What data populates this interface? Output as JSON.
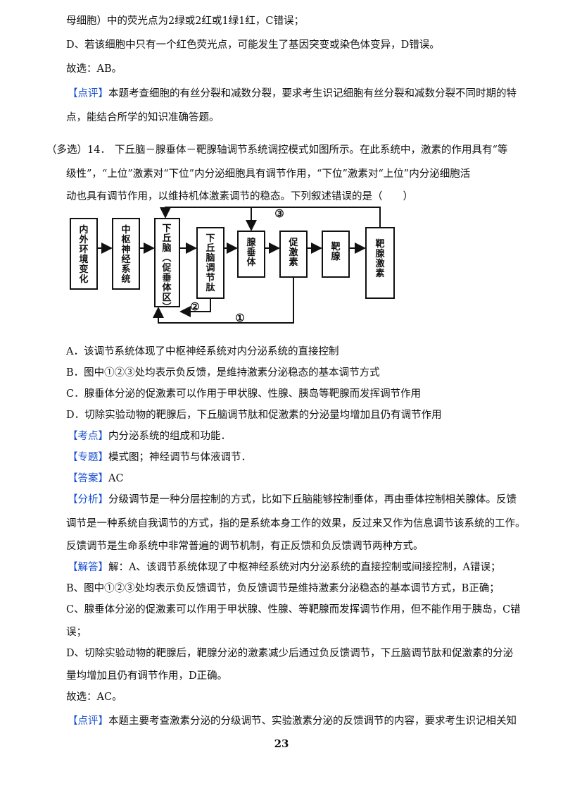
{
  "lines": {
    "l1": "母细胞）中的荧光点为2绿或2红或1绿1红，C错误；",
    "l2": "D、若该细胞中只有一个红色荧光点，可能发生了基因突变或染色体变异，D错误。",
    "l3": "故选：AB。",
    "l4_tag": "点评",
    "l4": "本题考查细胞的有丝分裂和减数分裂，要求考生识记细胞有丝分裂和减数分裂不同时期的特",
    "l5": "点，能结合所学的知识准确答题。",
    "q_prefix": "（多选）14．",
    "q1": "下丘脑－腺垂体－靶腺轴调节系统调控模式如图所示。在此系统中，激素的作用具有“等",
    "q2": "级性”，“上位”激素对“下位”内分泌细胞具有调节作用，“下位”激素对“上位”内分泌细胞活",
    "q3": "动也具有调节作用，以维持机体激素调节的稳态。下列叙述错误的是（　　）",
    "optA": "A．该调节系统体现了中枢神经系统对内分泌系统的直接控制",
    "optB": "B．图中①②③处均表示负反馈，是维持激素分泌稳态的基本调节方式",
    "optC": "C．腺垂体分泌的促激素可以作用于甲状腺、性腺、胰岛等靶腺而发挥调节作用",
    "optD": "D．切除实验动物的靶腺后，下丘脑调节肽和促激素的分泌量均增加且仍有调节作用",
    "kd_tag": "考点",
    "kd": "内分泌系统的组成和功能．",
    "zt_tag": "专题",
    "zt": "模式图；神经调节与体液调节．",
    "da_tag": "答案",
    "da": "AC",
    "fx_tag": "分析",
    "fx1": "分级调节是一种分层控制的方式，比如下丘脑能够控制垂体，再由垂体控制相关腺体。反馈",
    "fx2": "调节是一种系统自我调节的方式，指的是系统本身工作的效果，反过来又作为信息调节该系统的工作。",
    "fx3": "反馈调节是生命系统中非常普遍的调节机制，有正反馈和负反馈调节两种方式。",
    "jd_tag": "解答",
    "jd1": "解：A、该调节系统体现了中枢神经系统对内分泌系统的直接控制或间接控制，A错误；",
    "jd2": "B、图中①②③处均表示负反馈调节，负反馈调节是维持激素分泌稳态的基本调节方式，B正确；",
    "jd3": "C、腺垂体分泌的促激素可以作用于甲状腺、性腺、等靶腺而发挥调节作用，但不能作用于胰岛，C错",
    "jd4": "误；",
    "jd5": "D、切除实验动物的靶腺后，靶腺分泌的激素减少后通过负反馈调节，下丘脑调节肽和促激素的分泌",
    "jd6": "量均增加且仍有调节作用，D正确。",
    "jd7": "故选：AC。",
    "dp_tag": "点评",
    "dp": "本题主要考查激素分泌的分级调节、实验激素分泌的反馈调节的内容，要求考生识记相关知"
  },
  "diagram": {
    "boxes": [
      "内外环境变化",
      "中枢神经系统",
      "下丘脑（促垂体区）",
      "下丘脑调节肽",
      "腺垂体",
      "促激素",
      "靶腺",
      "靶腺激素"
    ],
    "marks": [
      "③",
      "②",
      "①"
    ]
  },
  "page_number": "23",
  "colors": {
    "tag": "#1a4fd1",
    "text": "#111111"
  }
}
